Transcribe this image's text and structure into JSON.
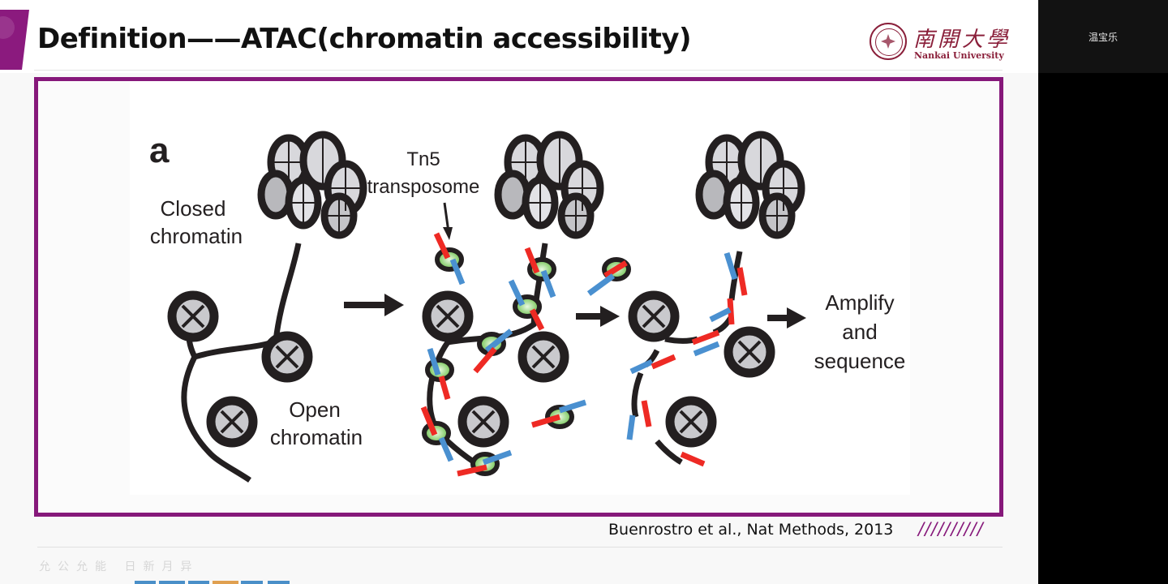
{
  "slide": {
    "title": "Definition——ATAC(chromatin accessibility)",
    "logo": {
      "chinese_name": "南開大學",
      "english_name": "Nankai University"
    },
    "figure": {
      "panel_label": "a",
      "labels": {
        "closed_chromatin_line1": "Closed",
        "closed_chromatin_line2": "chromatin",
        "open_chromatin_line1": "Open",
        "open_chromatin_line2": "chromatin",
        "tn5_line1": "Tn5",
        "tn5_line2": "transposome",
        "amplify_line1": "Amplify",
        "amplify_line2": "and",
        "amplify_line3": "sequence"
      },
      "colors": {
        "adapter_red": "#ee2a24",
        "adapter_blue": "#4a90d0",
        "transposase_green": "#7ccc5c",
        "nucleosome_fill": "#c8c8cc",
        "dna": "#231f20"
      }
    },
    "citation": "Buenrostro et al., Nat Methods, 2013",
    "decoration_slashes": "//////////",
    "motto": "允公允能  日新月异",
    "frame_color": "#86187a"
  },
  "meeting": {
    "participant_name": "温宝乐"
  }
}
